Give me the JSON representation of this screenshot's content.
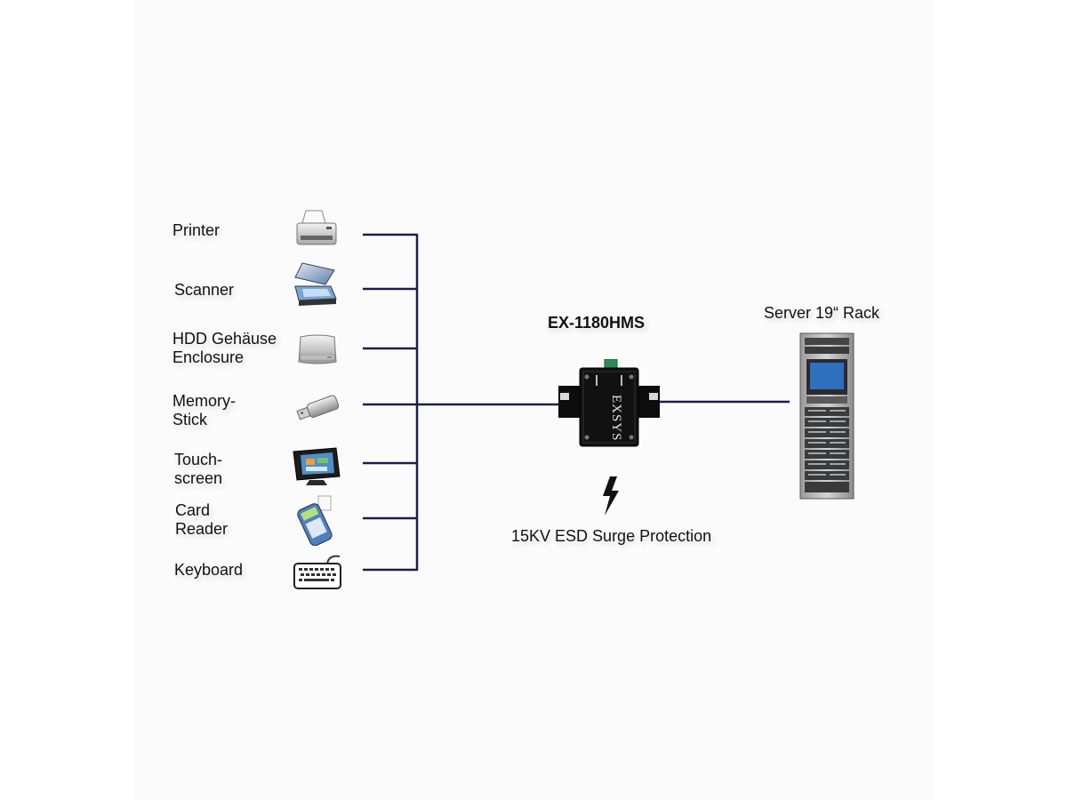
{
  "devices": [
    {
      "label": "Printer",
      "icon": "printer-icon"
    },
    {
      "label": "Scanner",
      "icon": "scanner-icon"
    },
    {
      "label": "HDD Gehäuse\nEnclosure",
      "icon": "hdd-enclosure-icon"
    },
    {
      "label": "Memory-\nStick",
      "icon": "usb-stick-icon"
    },
    {
      "label": "Touch-\nscreen",
      "icon": "touchscreen-icon"
    },
    {
      "label": "Card\nReader",
      "icon": "card-reader-icon"
    },
    {
      "label": "Keyboard",
      "icon": "keyboard-icon"
    }
  ],
  "hub": {
    "title": "EX-1180HMS",
    "icon": "usb-isolator-device-icon",
    "logo_text": "EXSYS"
  },
  "protection": {
    "label": "15KV ESD Surge Protection",
    "icon": "lightning-bolt-icon"
  },
  "server": {
    "label": "Server 19“ Rack",
    "icon": "server-rack-icon"
  },
  "colors": {
    "line": "#1a1f4f",
    "device_body": "#111111",
    "terminal": "#2e8b57"
  }
}
